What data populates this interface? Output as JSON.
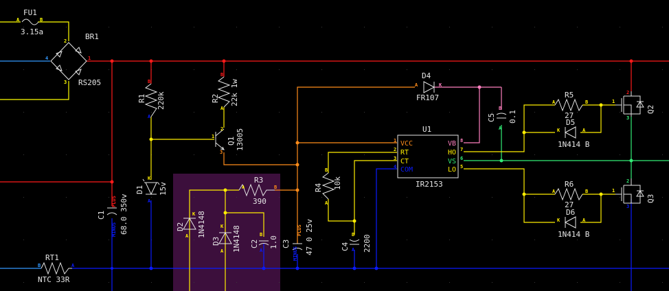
{
  "colors": {
    "background": "#000000",
    "highlight_region": "#3c0f3c",
    "net_ac_line": "#ffff00",
    "net_ac_neutral": "#3399ff",
    "net_dc_bus": "#ff1a1a",
    "net_ground": "#0a1aff",
    "net_vcc": "#ff8c1a",
    "net_vb": "#ff7fbf",
    "net_vs": "#33ee77",
    "net_signal": "#ffee00",
    "symbol": "#e6e6e6"
  },
  "components": {
    "FU1": {
      "ref": "FU1",
      "value": "3.15a",
      "pins": [
        "A",
        "B"
      ]
    },
    "BR1": {
      "ref": "BR1",
      "value": "RS205",
      "pins": [
        "1",
        "2",
        "3",
        "4"
      ]
    },
    "RT1": {
      "ref": "RT1",
      "value": "NTC 33R",
      "pins": [
        "B",
        "A"
      ]
    },
    "C1": {
      "ref": "C1",
      "value": "68.0 350v",
      "pins": [
        "PLUS",
        "MINUS"
      ]
    },
    "R1": {
      "ref": "R1",
      "value": "220k",
      "pins": [
        "B",
        "A"
      ]
    },
    "D1": {
      "ref": "D1",
      "value": "15v",
      "pins": [
        "K",
        "A"
      ]
    },
    "R2": {
      "ref": "R2",
      "value": "22k 1w",
      "pins": [
        "B",
        "A"
      ]
    },
    "Q1": {
      "ref": "Q1",
      "value": "13005",
      "pins": [
        "1",
        "2",
        "3"
      ]
    },
    "R3": {
      "ref": "R3",
      "value": "390",
      "pins": [
        "A",
        "B"
      ]
    },
    "D2": {
      "ref": "D2",
      "value": "1N4148",
      "pins": [
        "K",
        "A"
      ]
    },
    "D3": {
      "ref": "D3",
      "value": "1N4148",
      "pins": [
        "K",
        "A"
      ]
    },
    "C2": {
      "ref": "C2",
      "value": "1.0",
      "pins": [
        "B",
        "A"
      ]
    },
    "C3": {
      "ref": "C3",
      "value": "47 0 25v",
      "pins": [
        "PLUS",
        "MINUS"
      ]
    },
    "R4": {
      "ref": "R4",
      "value": "10k",
      "pins": [
        "B",
        "A"
      ]
    },
    "C4": {
      "ref": "C4",
      "value": "2200",
      "pins": [
        "B",
        "A"
      ]
    },
    "D4": {
      "ref": "D4",
      "value": "FR107",
      "pins": [
        "A",
        "K"
      ]
    },
    "C5": {
      "ref": "C5",
      "value": "0.1",
      "pins": [
        "B",
        "A"
      ]
    },
    "U1": {
      "ref": "U1",
      "value": "IR2153",
      "left_pins": [
        {
          "num": "1",
          "name": "VCC"
        },
        {
          "num": "2",
          "name": "RT"
        },
        {
          "num": "3",
          "name": "CT"
        },
        {
          "num": "4",
          "name": "COM"
        }
      ],
      "right_pins": [
        {
          "num": "8",
          "name": "VB"
        },
        {
          "num": "7",
          "name": "HO"
        },
        {
          "num": "6",
          "name": "VS"
        },
        {
          "num": "5",
          "name": "LO"
        }
      ]
    },
    "R5": {
      "ref": "R5",
      "value": "27",
      "pins": [
        "A",
        "B"
      ]
    },
    "D5": {
      "ref": "D5",
      "value": "1N414 B",
      "pins": [
        "K",
        "A"
      ]
    },
    "R6": {
      "ref": "R6",
      "value": "27",
      "pins": [
        "A",
        "B"
      ]
    },
    "D6": {
      "ref": "D6",
      "value": "1N414 B",
      "pins": [
        "K",
        "A"
      ]
    },
    "Q2": {
      "ref": "Q2",
      "pins": [
        "1",
        "2",
        "3"
      ]
    },
    "Q3": {
      "ref": "Q3",
      "pins": [
        "1",
        "2",
        "3"
      ]
    }
  }
}
